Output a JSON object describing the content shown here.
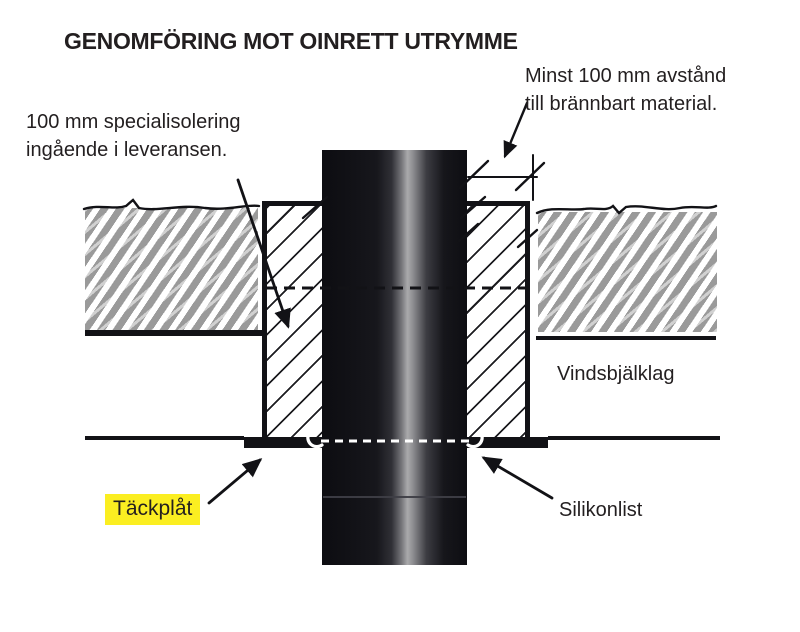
{
  "title": "GENOMFÖRING MOT OINRETT UTRYMME",
  "labels": {
    "insulation": {
      "line1": "100 mm specialisolering",
      "line2": "ingående i leveransen."
    },
    "clearance": {
      "line1": "Minst 100 mm avstånd",
      "line2": "till brännbart material."
    },
    "joist": "Vindsbjälklag",
    "cover_plate": "Täckplåt",
    "silicone": "Silikonlist"
  },
  "colors": {
    "text": "#231f20",
    "highlight": "#fbee21",
    "joist_hatch": "#9a9a9a",
    "line": "#121216"
  }
}
